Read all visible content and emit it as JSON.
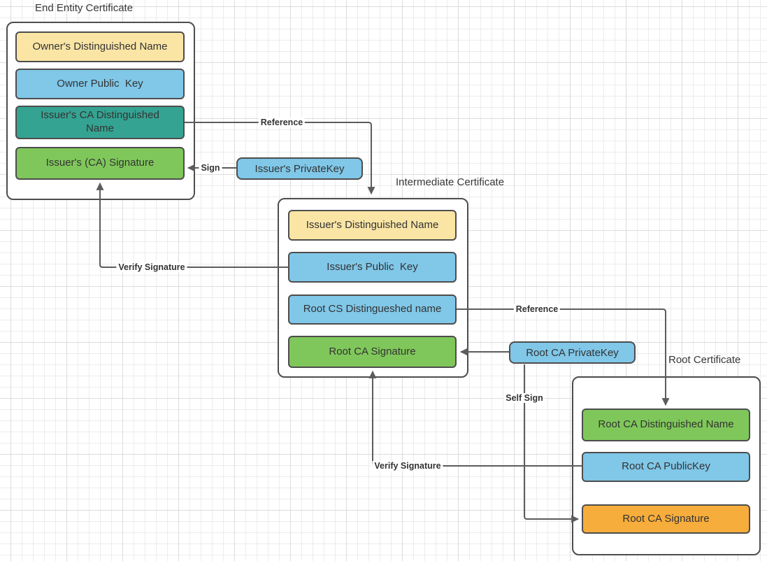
{
  "colors": {
    "yellow": "#fae5a5",
    "blue": "#80c7e8",
    "teal": "#35a392",
    "green": "#7fc75a",
    "orange": "#f7ad3c",
    "shape_border": "#4d4d4d",
    "line": "#5c5c5c",
    "grid_minor": "#ececec",
    "grid_major": "#dcdcdc"
  },
  "end_entity": {
    "title": "End Entity Certificate",
    "fields": [
      {
        "label": "Owner's Distinguished Name",
        "color": "yellow"
      },
      {
        "label": "Owner Public  Key",
        "color": "blue"
      },
      {
        "label": "Issuer's CA Distinguished Name",
        "color": "teal"
      },
      {
        "label": "Issuer's (CA) Signature",
        "color": "green"
      }
    ]
  },
  "intermediate": {
    "title": "Intermediate Certificate",
    "fields": [
      {
        "label": "Issuer's Distinguished Name",
        "color": "yellow"
      },
      {
        "label": "Issuer's Public  Key",
        "color": "blue"
      },
      {
        "label": "Root CS Distingueshed name",
        "color": "blue"
      },
      {
        "label": "Root CA Signature",
        "color": "green"
      }
    ]
  },
  "root": {
    "title": "Root Certificate",
    "fields": [
      {
        "label": "Root CA Distinguished Name",
        "color": "green"
      },
      {
        "label": "Root CA PublicKey",
        "color": "blue"
      },
      {
        "label": "Root CA Signature",
        "color": "orange"
      }
    ]
  },
  "keys": {
    "issuer_private_key": "Issuer's PrivateKey",
    "root_private_key": "Root CA PrivateKey"
  },
  "connector_labels": {
    "reference1": "Reference",
    "sign": "Sign",
    "verify1": "Verify Signature",
    "reference2": "Reference",
    "self_sign": "Self Sign",
    "verify2": "Verify Signature"
  }
}
